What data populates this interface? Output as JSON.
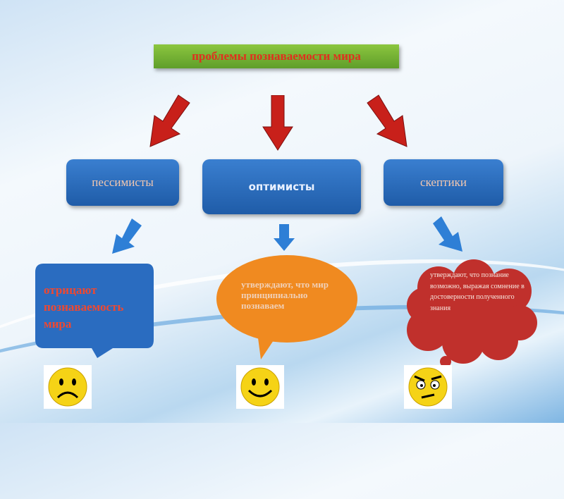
{
  "title": "проблемы познаваемости мира",
  "groups": [
    {
      "label": "пессимисты",
      "description": "отрицают познаваемость мира",
      "face": "sad-face"
    },
    {
      "label": "оптимисты",
      "description": "утверждают, что мир принципиально познаваем",
      "face": "smiling-face"
    },
    {
      "label": "скептики",
      "description": "утверждают, что познание возможно, выражая сомнение в достоверности полученного знания",
      "face": "doubtful-face"
    }
  ],
  "colors": {
    "title_bg": "#7ab536",
    "title_text": "#e0301e",
    "box": "#2a6cc0",
    "red_arrow": "#c8201a",
    "pess_bubble": "#2a6cc0",
    "opt_bubble": "#f08a20",
    "skep_bubble": "#c0302c"
  }
}
